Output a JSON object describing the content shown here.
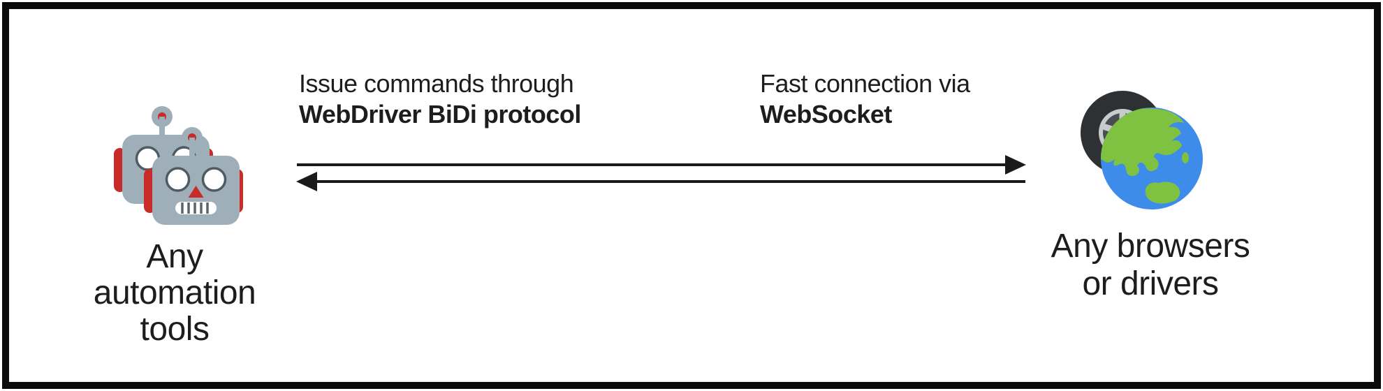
{
  "diagram": {
    "left_node": {
      "icon": "robots",
      "label": "Any\nautomation\ntools"
    },
    "right_node": {
      "icon": "globe-with-tire",
      "label": "Any browsers\nor drivers"
    },
    "caption_left": {
      "line1": "Issue commands through",
      "line2": "WebDriver BiDi protocol"
    },
    "caption_right": {
      "line1": "Fast connection via",
      "line2": "WebSocket"
    },
    "arrows": {
      "top_direction": "left-to-right",
      "bottom_direction": "right-to-left"
    },
    "colors": {
      "border": "#0b0b0b",
      "background": "#ffffff",
      "text": "#1d1d1d",
      "arrow": "#1a1a1a",
      "robot_body": "#9EAFB9",
      "robot_accent_red": "#C92B28",
      "robot_feature_outline": "#4F5A61",
      "globe_ocean": "#3E8CE9",
      "globe_land": "#7FC241",
      "tire": "#2E3134",
      "tire_rim": "#C7CBCE"
    }
  }
}
